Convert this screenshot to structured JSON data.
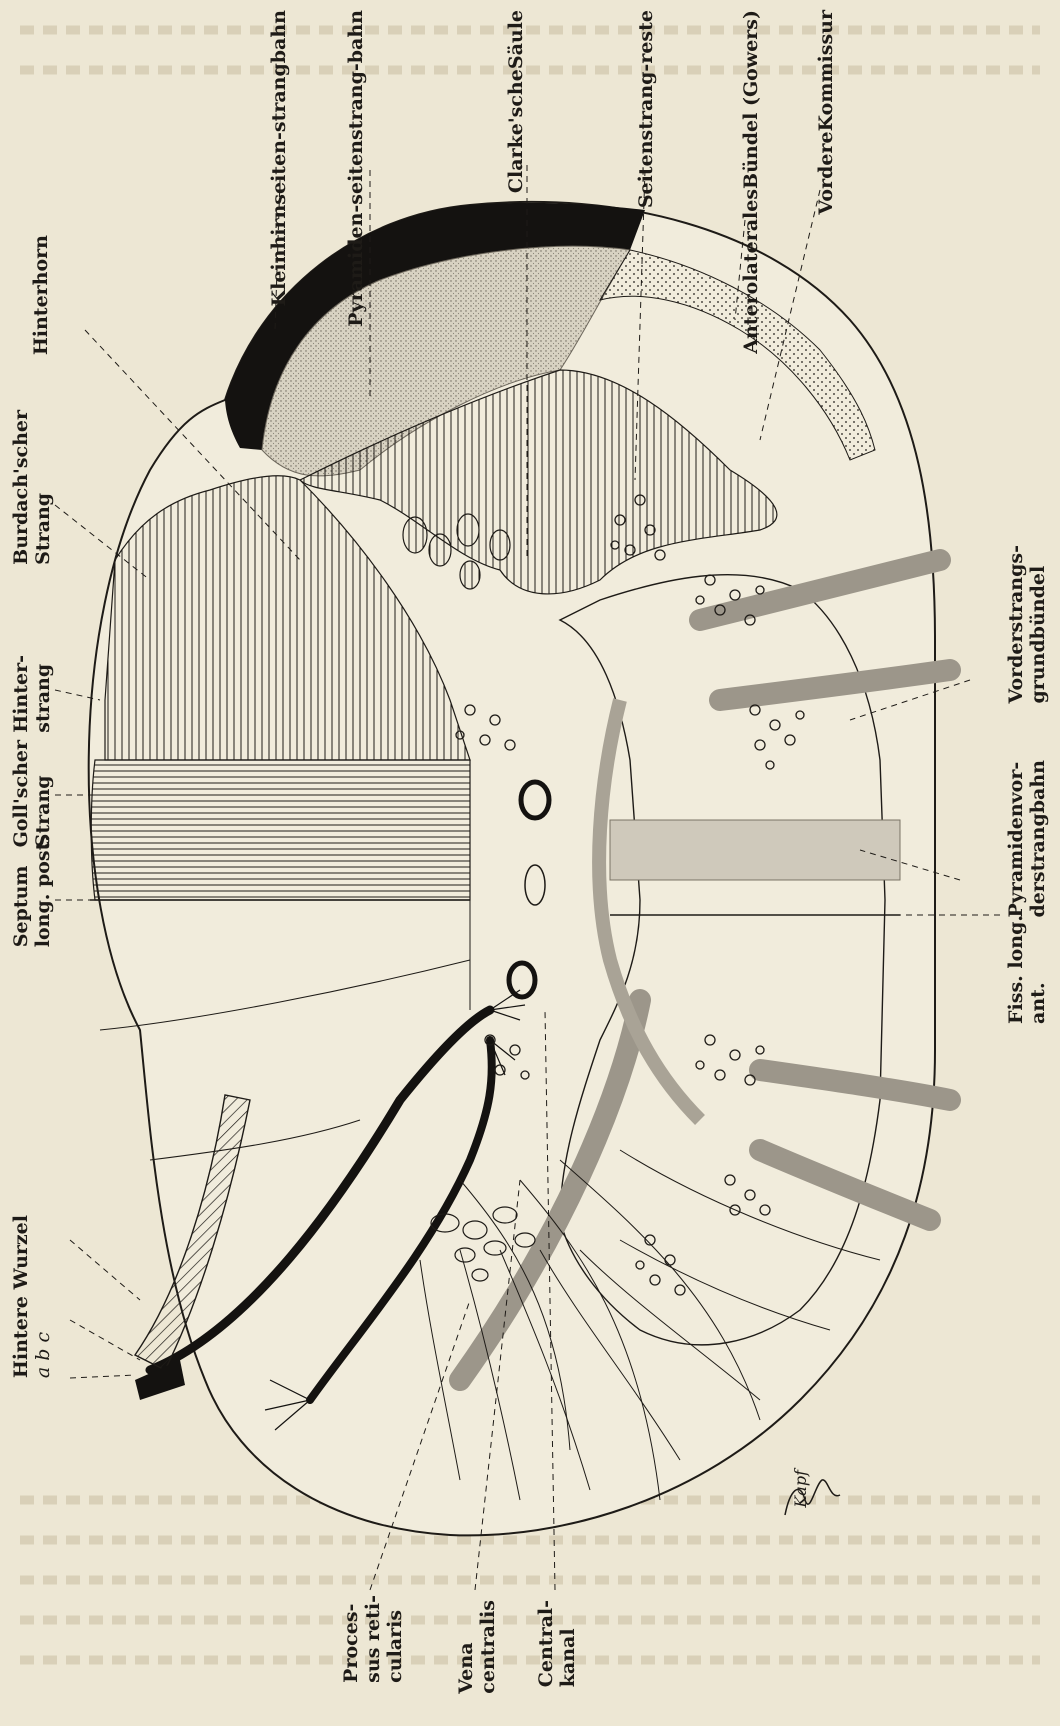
{
  "labels": {
    "hinterhorn": "Hinterhorn",
    "burdach_1": "Burdach'scher",
    "burdach_2": "Strang",
    "hinterstrang_1": "Hinter-",
    "hinterstrang_2": "strang",
    "goll_1": "Goll'scher",
    "goll_2": "Strang",
    "septum_1": "Septum",
    "septum_2": "long. post.",
    "wurzel_1": "Hintere Wurzel",
    "wurzel_2": "a        b        c",
    "kleinhirn_1": "Kleinhirnseiten-",
    "kleinhirn_2": "strangbahn",
    "pyramiden_1": "Pyramiden-",
    "pyramiden_2": "seitenstrang-",
    "pyramiden_3": "bahn",
    "clarke_1": "Clarke'sche",
    "clarke_2": "Säule",
    "seitenstrang_1": "Seitenstrang-",
    "seitenstrang_2": "reste",
    "antero_1": "Anterolaterales",
    "antero_2": "Bündel (Gowers)",
    "vordere_1": "Vordere",
    "vordere_2": "Kommissur",
    "vorder_1": "Vorderstrangs-",
    "vorder_2": "grundbündel",
    "pyr_vor_1": "Pyramidenvor-",
    "pyr_vor_2": "derstrangbahn",
    "fiss_1": "Fiss. long.",
    "fiss_2": "ant.",
    "proc_1": "Proces-",
    "proc_2": "sus reti-",
    "proc_3": "cularis",
    "vena_1": "Vena",
    "vena_2": "centralis",
    "central_1": "Central-",
    "central_2": "kanal",
    "signature": "Kapf"
  },
  "colors": {
    "paper": "#ede7d4",
    "ink": "#1e1b17",
    "gray_fill": "#cfc9bb",
    "black_fill": "#141210"
  }
}
